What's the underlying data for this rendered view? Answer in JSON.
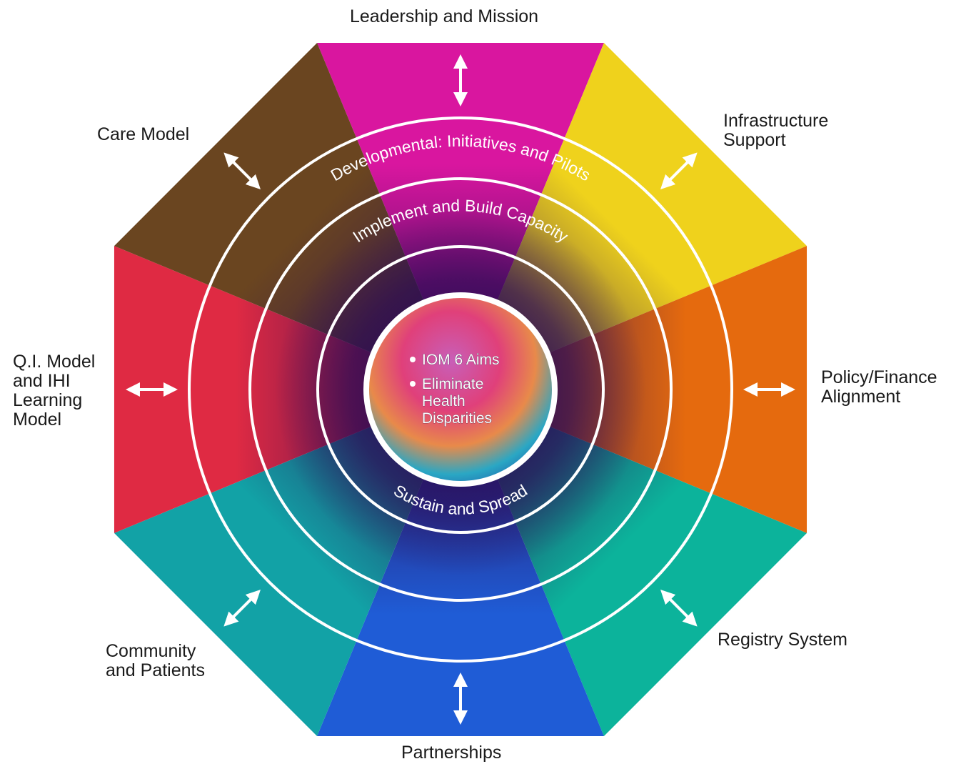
{
  "segments": [
    {
      "label": "Leadership and Mission",
      "color": "#d9169f"
    },
    {
      "label": "Infrastructure\nSupport",
      "color": "#efd21c"
    },
    {
      "label": "Policy/Finance\nAlignment",
      "color": "#e56a0e"
    },
    {
      "label": "Registry System",
      "color": "#0cb39b"
    },
    {
      "label": "Partnerships",
      "color": "#1f5cd6"
    },
    {
      "label": "Community\nand Patients",
      "color": "#12a2a6"
    },
    {
      "label": "Q.I. Model\nand IHI\nLearning\nModel",
      "color": "#df2a43"
    },
    {
      "label": "Care Model",
      "color": "#6a4520"
    }
  ],
  "rings": {
    "outer": "Developmental: Initiatives and Pilots",
    "middle": "Implement and Build Capacity",
    "inner": "Sustain and Spread"
  },
  "center": {
    "items": [
      "IOM 6 Aims",
      "Eliminate\nHealth\nDisparities"
    ]
  },
  "colors": {
    "core": "#2b0b55",
    "ring_line": "#ffffff",
    "arrow": "#ffffff"
  }
}
